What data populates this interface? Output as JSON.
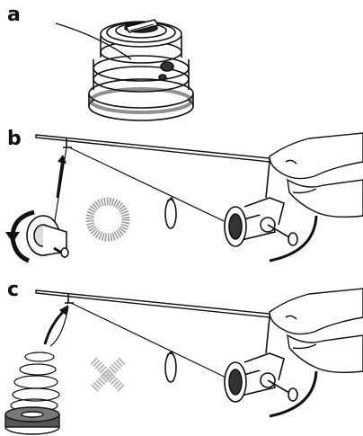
{
  "labels": {
    "a": "a",
    "b": "b",
    "c": "c"
  },
  "colors": {
    "ink": "#111111",
    "grey_dots": "#9a9a9a",
    "grey_cross": "#b8b8b8"
  },
  "icons": {
    "spool": "spinning-reel-spool-icon",
    "reel": "spinning-reel-icon",
    "line_spool": "line-spool-icon",
    "circle": "correct-circle-icon",
    "cross": "wrong-cross-icon",
    "twist": "twist-arrow-icon",
    "rotate": "rotation-arrow-icon"
  }
}
